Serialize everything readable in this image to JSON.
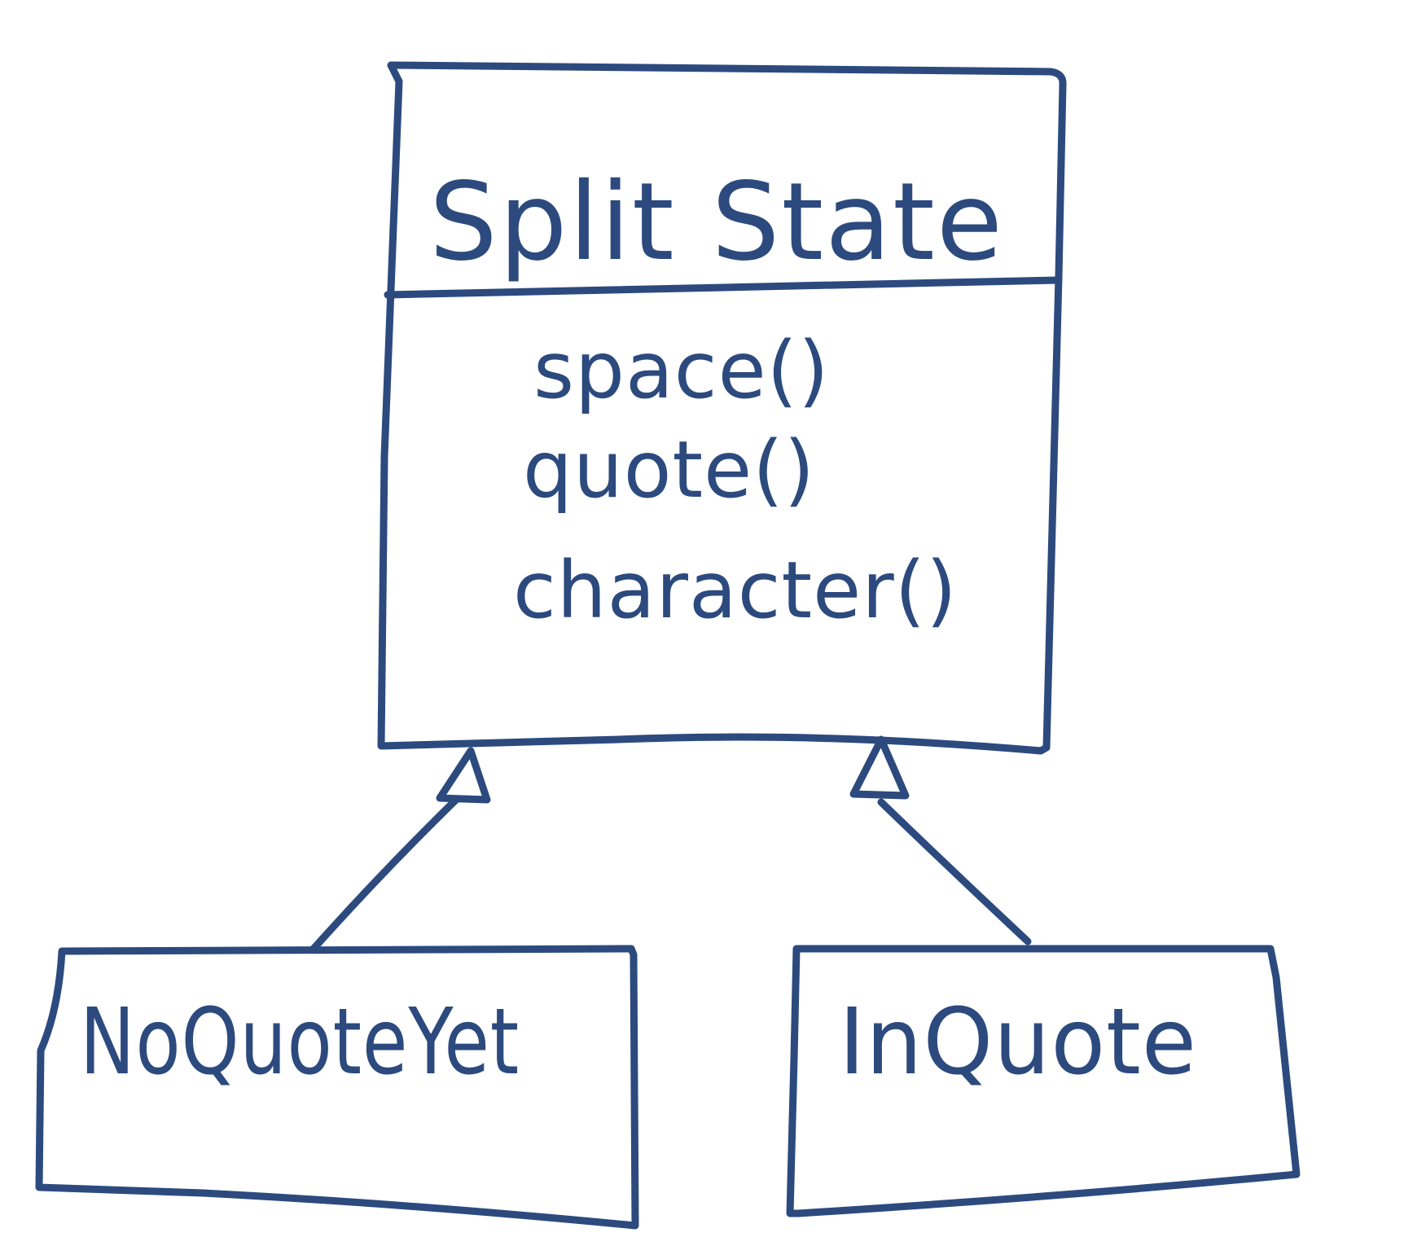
{
  "diagram": {
    "parent_class": {
      "name": "Split State",
      "methods": [
        "space()",
        "quote()",
        "character()"
      ]
    },
    "subclasses": [
      {
        "name": "NoQuoteYet"
      },
      {
        "name": "InQuote"
      }
    ],
    "relationship": "generalization",
    "ink_color": "#2c4a7e"
  }
}
